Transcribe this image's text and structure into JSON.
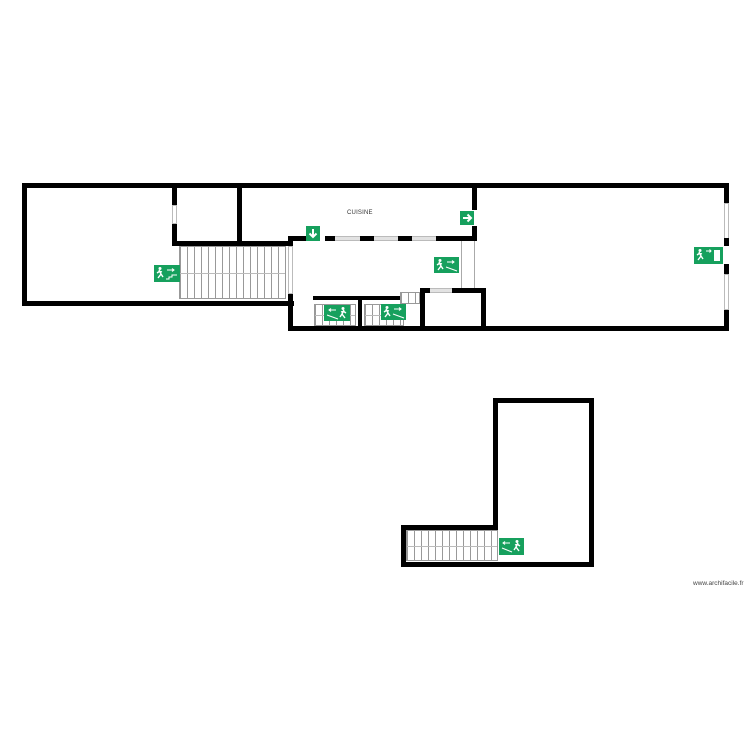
{
  "plan": {
    "rooms": [
      {
        "id": "left-room",
        "label": ""
      },
      {
        "id": "small-room",
        "label": ""
      },
      {
        "id": "kitchen",
        "label": "CUISINE"
      },
      {
        "id": "central-hall",
        "label": ""
      },
      {
        "id": "right-room",
        "label": ""
      },
      {
        "id": "storage",
        "label": ""
      },
      {
        "id": "lower-level-room",
        "label": ""
      }
    ],
    "kitchen_label": "CUISINE",
    "signs": [
      {
        "type": "emergency-exit-stairs-right",
        "color": "#16a05d"
      },
      {
        "type": "arrow-down",
        "color": "#16a05d"
      },
      {
        "type": "arrow-right",
        "color": "#16a05d"
      },
      {
        "type": "emergency-exit-right",
        "color": "#16a05d"
      },
      {
        "type": "emergency-exit-stairs-left",
        "color": "#16a05d"
      },
      {
        "type": "emergency-exit-stairs-right-2",
        "color": "#16a05d"
      },
      {
        "type": "emergency-exit-door",
        "color": "#16a05d"
      },
      {
        "type": "emergency-exit-stairs-left-lower",
        "color": "#16a05d"
      }
    ],
    "colors": {
      "wall": "#000000",
      "sign": "#16a05d",
      "background": "#ffffff"
    }
  },
  "watermark": "www.archifacile.fr"
}
